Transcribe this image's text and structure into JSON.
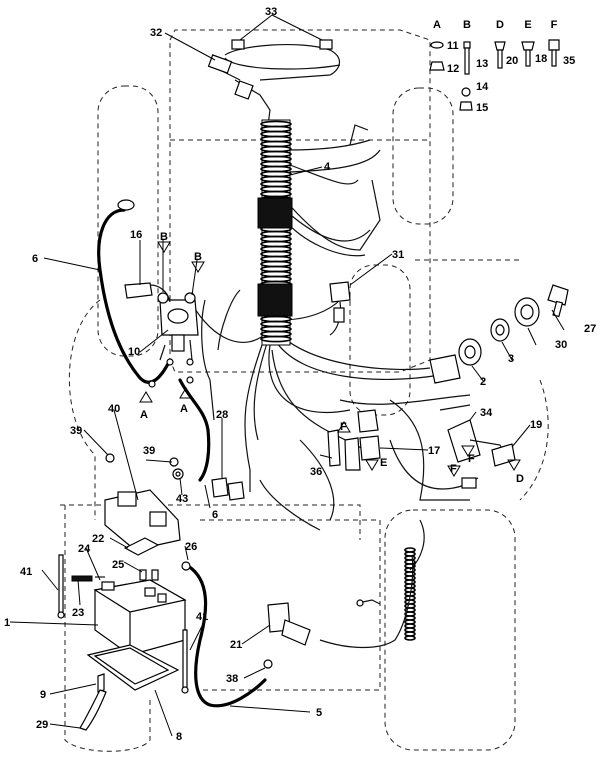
{
  "hardware_headers": [
    "A",
    "B",
    "D",
    "E",
    "F"
  ],
  "callouts": {
    "c1": "1",
    "c2": "2",
    "c3": "3",
    "c4": "4",
    "c5": "5",
    "c6a": "6",
    "c6b": "6",
    "c8": "8",
    "c9": "9",
    "c10": "10",
    "c11": "11",
    "c12": "12",
    "c13": "13",
    "c14": "14",
    "c15": "15",
    "c16": "16",
    "c17": "17",
    "c18": "18",
    "c19": "19",
    "c20": "20",
    "c21": "21",
    "c22": "22",
    "c23": "23",
    "c24": "24",
    "c25": "25",
    "c26": "26",
    "c27": "27",
    "c28": "28",
    "c29": "29",
    "c30": "30",
    "c31": "31",
    "c32": "32",
    "c33": "33",
    "c34": "34",
    "c35": "35",
    "c36": "36",
    "c38": "38",
    "c39a": "39",
    "c39b": "39",
    "c40": "40",
    "c41a": "41",
    "c41b": "41",
    "c43": "43"
  },
  "ref_letters": {
    "b1": "B",
    "b2": "B",
    "a1": "A",
    "a2": "A",
    "f1": "F",
    "e1": "E",
    "f2": "F",
    "f3": "F",
    "d1": "D"
  }
}
